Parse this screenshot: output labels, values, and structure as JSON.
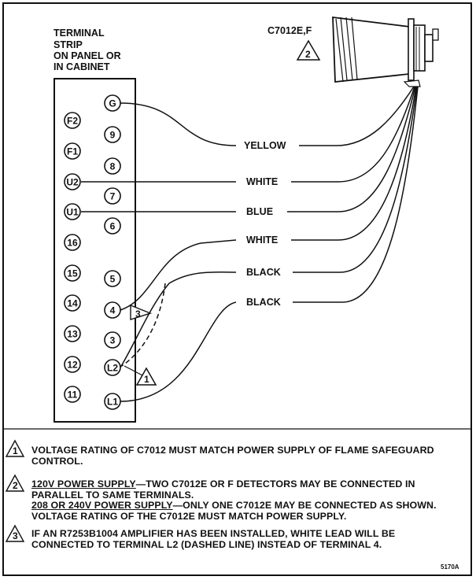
{
  "strip": {
    "title_lines": [
      "TERMINAL",
      "STRIP",
      "ON PANEL OR",
      "IN CABINET"
    ],
    "left_terminals": [
      "F2",
      "F1",
      "U2",
      "U1",
      "16",
      "15",
      "14",
      "13",
      "12",
      "11"
    ],
    "right_terminals": [
      "G",
      "9",
      "8",
      "7",
      "6",
      "5",
      "4",
      "3",
      "L2",
      "L1"
    ]
  },
  "detector": {
    "model": "C7012E,F",
    "note_marker": "2"
  },
  "wires": [
    "YELLOW",
    "WHITE",
    "BLUE",
    "WHITE",
    "BLACK",
    "BLACK"
  ],
  "callouts": {
    "dashed_marker": "3",
    "l2_marker": "1"
  },
  "notes": [
    {
      "num": "1",
      "text": "VOLTAGE RATING OF C7012 MUST MATCH POWER SUPPLY OF FLAME SAFEGUARD CONTROL."
    },
    {
      "num": "2",
      "head1": "120V POWER SUPPLY",
      "text1": "—TWO C7012E OR F DETECTORS MAY BE CONNECTED IN PARALLEL TO SAME TERMINALS.",
      "head2": "208 OR 240V POWER SUPPLY",
      "text2": "—ONLY ONE C7012E MAY BE CONNECTED AS SHOWN. VOLTAGE RATING OF THE C7012E MUST MATCH POWER SUPPLY."
    },
    {
      "num": "3",
      "text": "IF AN R7253B1004 AMPLIFIER HAS BEEN INSTALLED, WHITE LEAD WILL BE CONNECTED TO TERMINAL L2 (DASHED LINE) INSTEAD OF TERMINAL 4."
    }
  ],
  "figure_id": "5170A"
}
